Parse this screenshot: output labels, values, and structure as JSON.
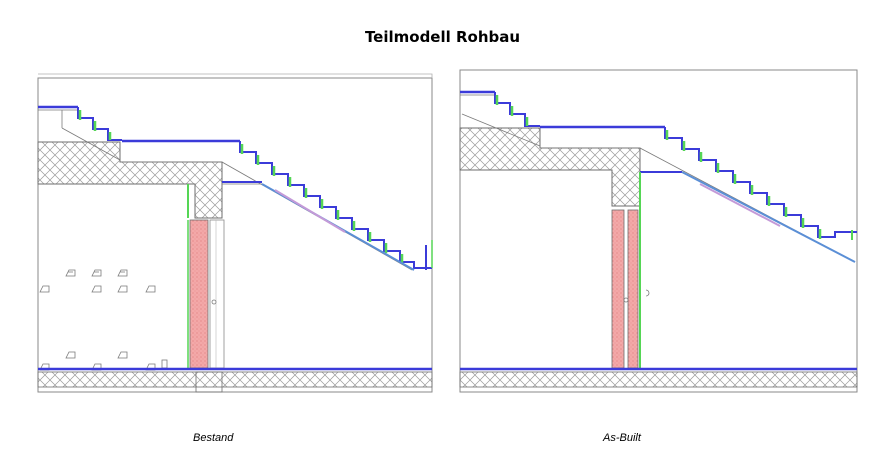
{
  "title": "Teilmodell Rohbau",
  "panels": [
    {
      "caption": "Bestand"
    },
    {
      "caption": "As-Built"
    }
  ],
  "colors": {
    "line": "#7a7a7a",
    "slab_edge": "#3b3bd9",
    "riser_green": "#55d655",
    "wall_fill": "#f0a0a0",
    "underside": "#5b8fd6",
    "hatch": "#9a9a9a"
  }
}
